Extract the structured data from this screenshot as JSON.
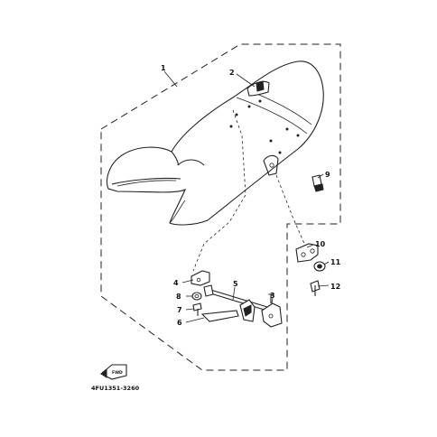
{
  "callouts": {
    "c1": "1",
    "c2": "2",
    "c3": "3",
    "c4": "4",
    "c5": "5",
    "c6": "6",
    "c7": "7",
    "c8": "8",
    "c9": "9",
    "c10": "10",
    "c11": "11",
    "c12": "12"
  },
  "diagram_code": "4FU1351-3260",
  "front_badge": "FWD",
  "icons": {
    "front": "arrow-icon"
  }
}
